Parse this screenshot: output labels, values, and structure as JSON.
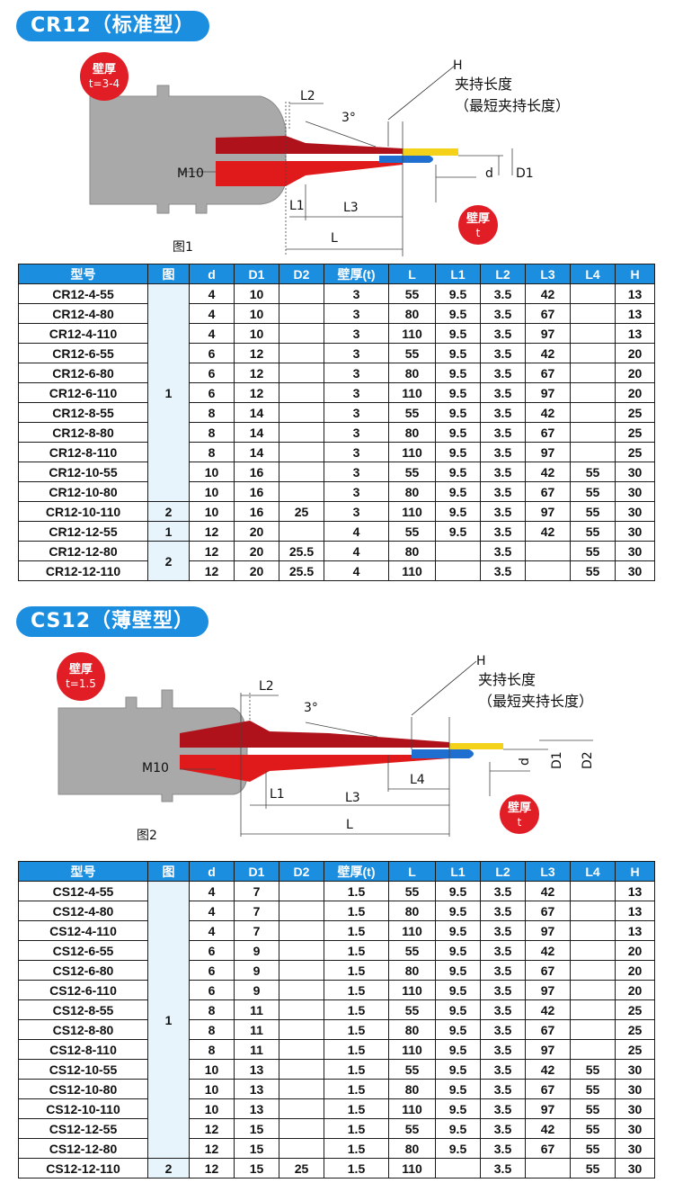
{
  "columns": [
    "型号",
    "图",
    "d",
    "D1",
    "D2",
    "壁厚(t)",
    "L",
    "L1",
    "L2",
    "L3",
    "L4",
    "H"
  ],
  "cr12": {
    "title": "CR12（标准型）",
    "diagram": {
      "badge_line1": "壁厚",
      "badge_line2": "t=3-4",
      "small_badge_line1": "壁厚",
      "small_badge_line2": "t",
      "clamp_title": "夹持长度",
      "clamp_sub": "（最短夹持长度）",
      "H": "H",
      "L2": "L2",
      "angle": "3°",
      "M10": "M10",
      "d": "d",
      "D1": "D1",
      "L1": "L1",
      "L3": "L3",
      "L": "L",
      "fig_caption": "图1"
    },
    "rows": [
      {
        "model": "CR12-4-55",
        "d": "4",
        "D1": "10",
        "D2": "",
        "t": "3",
        "L": "55",
        "L1": "9.5",
        "L2": "3.5",
        "L3": "42",
        "L4": "",
        "H": "13"
      },
      {
        "model": "CR12-4-80",
        "d": "4",
        "D1": "10",
        "D2": "",
        "t": "3",
        "L": "80",
        "L1": "9.5",
        "L2": "3.5",
        "L3": "67",
        "L4": "",
        "H": "13"
      },
      {
        "model": "CR12-4-110",
        "d": "4",
        "D1": "10",
        "D2": "",
        "t": "3",
        "L": "110",
        "L1": "9.5",
        "L2": "3.5",
        "L3": "97",
        "L4": "",
        "H": "13"
      },
      {
        "model": "CR12-6-55",
        "d": "6",
        "D1": "12",
        "D2": "",
        "t": "3",
        "L": "55",
        "L1": "9.5",
        "L2": "3.5",
        "L3": "42",
        "L4": "",
        "H": "20"
      },
      {
        "model": "CR12-6-80",
        "d": "6",
        "D1": "12",
        "D2": "",
        "t": "3",
        "L": "80",
        "L1": "9.5",
        "L2": "3.5",
        "L3": "67",
        "L4": "",
        "H": "20"
      },
      {
        "model": "CR12-6-110",
        "d": "6",
        "D1": "12",
        "D2": "",
        "t": "3",
        "L": "110",
        "L1": "9.5",
        "L2": "3.5",
        "L3": "97",
        "L4": "",
        "H": "20"
      },
      {
        "model": "CR12-8-55",
        "d": "8",
        "D1": "14",
        "D2": "",
        "t": "3",
        "L": "55",
        "L1": "9.5",
        "L2": "3.5",
        "L3": "42",
        "L4": "",
        "H": "25"
      },
      {
        "model": "CR12-8-80",
        "d": "8",
        "D1": "14",
        "D2": "",
        "t": "3",
        "L": "80",
        "L1": "9.5",
        "L2": "3.5",
        "L3": "67",
        "L4": "",
        "H": "25"
      },
      {
        "model": "CR12-8-110",
        "d": "8",
        "D1": "14",
        "D2": "",
        "t": "3",
        "L": "110",
        "L1": "9.5",
        "L2": "3.5",
        "L3": "97",
        "L4": "",
        "H": "25"
      },
      {
        "model": "CR12-10-55",
        "d": "10",
        "D1": "16",
        "D2": "",
        "t": "3",
        "L": "55",
        "L1": "9.5",
        "L2": "3.5",
        "L3": "42",
        "L4": "55",
        "H": "30"
      },
      {
        "model": "CR12-10-80",
        "d": "10",
        "D1": "16",
        "D2": "",
        "t": "3",
        "L": "80",
        "L1": "9.5",
        "L2": "3.5",
        "L3": "67",
        "L4": "55",
        "H": "30"
      },
      {
        "model": "CR12-10-110",
        "d": "10",
        "D1": "16",
        "D2": "25",
        "t": "3",
        "L": "110",
        "L1": "9.5",
        "L2": "3.5",
        "L3": "97",
        "L4": "55",
        "H": "30"
      },
      {
        "model": "CR12-12-55",
        "d": "12",
        "D1": "20",
        "D2": "",
        "t": "4",
        "L": "55",
        "L1": "9.5",
        "L2": "3.5",
        "L3": "42",
        "L4": "55",
        "H": "30"
      },
      {
        "model": "CR12-12-80",
        "d": "12",
        "D1": "20",
        "D2": "25.5",
        "t": "4",
        "L": "80",
        "L1": "",
        "L2": "3.5",
        "L3": "",
        "L4": "55",
        "H": "30"
      },
      {
        "model": "CR12-12-110",
        "d": "12",
        "D1": "20",
        "D2": "25.5",
        "t": "4",
        "L": "110",
        "L1": "",
        "L2": "3.5",
        "L3": "",
        "L4": "55",
        "H": "30"
      }
    ],
    "fig_groups": [
      {
        "label": "1",
        "start": 0,
        "span": 11
      },
      {
        "label": "2",
        "start": 11,
        "span": 1
      },
      {
        "label": "1",
        "start": 12,
        "span": 1
      },
      {
        "label": "2",
        "start": 13,
        "span": 2
      }
    ]
  },
  "cs12": {
    "title": "CS12（薄壁型）",
    "diagram": {
      "badge_line1": "壁厚",
      "badge_line2": "t=1.5",
      "small_badge_line1": "壁厚",
      "small_badge_line2": "t",
      "clamp_title": "夹持长度",
      "clamp_sub": "（最短夹持长度）",
      "H": "H",
      "L2": "L2",
      "angle": "3°",
      "M10": "M10",
      "d": "d",
      "D1": "D1",
      "D2": "D2",
      "L1": "L1",
      "L3": "L3",
      "L4": "L4",
      "L": "L",
      "fig_caption": "图2"
    },
    "rows": [
      {
        "model": "CS12-4-55",
        "d": "4",
        "D1": "7",
        "D2": "",
        "t": "1.5",
        "L": "55",
        "L1": "9.5",
        "L2": "3.5",
        "L3": "42",
        "L4": "",
        "H": "13"
      },
      {
        "model": "CS12-4-80",
        "d": "4",
        "D1": "7",
        "D2": "",
        "t": "1.5",
        "L": "80",
        "L1": "9.5",
        "L2": "3.5",
        "L3": "67",
        "L4": "",
        "H": "13"
      },
      {
        "model": "CS12-4-110",
        "d": "4",
        "D1": "7",
        "D2": "",
        "t": "1.5",
        "L": "110",
        "L1": "9.5",
        "L2": "3.5",
        "L3": "97",
        "L4": "",
        "H": "13"
      },
      {
        "model": "CS12-6-55",
        "d": "6",
        "D1": "9",
        "D2": "",
        "t": "1.5",
        "L": "55",
        "L1": "9.5",
        "L2": "3.5",
        "L3": "42",
        "L4": "",
        "H": "20"
      },
      {
        "model": "CS12-6-80",
        "d": "6",
        "D1": "9",
        "D2": "",
        "t": "1.5",
        "L": "80",
        "L1": "9.5",
        "L2": "3.5",
        "L3": "67",
        "L4": "",
        "H": "20"
      },
      {
        "model": "CS12-6-110",
        "d": "6",
        "D1": "9",
        "D2": "",
        "t": "1.5",
        "L": "110",
        "L1": "9.5",
        "L2": "3.5",
        "L3": "97",
        "L4": "",
        "H": "20"
      },
      {
        "model": "CS12-8-55",
        "d": "8",
        "D1": "11",
        "D2": "",
        "t": "1.5",
        "L": "55",
        "L1": "9.5",
        "L2": "3.5",
        "L3": "42",
        "L4": "",
        "H": "25"
      },
      {
        "model": "CS12-8-80",
        "d": "8",
        "D1": "11",
        "D2": "",
        "t": "1.5",
        "L": "80",
        "L1": "9.5",
        "L2": "3.5",
        "L3": "67",
        "L4": "",
        "H": "25"
      },
      {
        "model": "CS12-8-110",
        "d": "8",
        "D1": "11",
        "D2": "",
        "t": "1.5",
        "L": "110",
        "L1": "9.5",
        "L2": "3.5",
        "L3": "97",
        "L4": "",
        "H": "25"
      },
      {
        "model": "CS12-10-55",
        "d": "10",
        "D1": "13",
        "D2": "",
        "t": "1.5",
        "L": "55",
        "L1": "9.5",
        "L2": "3.5",
        "L3": "42",
        "L4": "55",
        "H": "30"
      },
      {
        "model": "CS12-10-80",
        "d": "10",
        "D1": "13",
        "D2": "",
        "t": "1.5",
        "L": "80",
        "L1": "9.5",
        "L2": "3.5",
        "L3": "67",
        "L4": "55",
        "H": "30"
      },
      {
        "model": "CS12-10-110",
        "d": "10",
        "D1": "13",
        "D2": "",
        "t": "1.5",
        "L": "110",
        "L1": "9.5",
        "L2": "3.5",
        "L3": "97",
        "L4": "55",
        "H": "30"
      },
      {
        "model": "CS12-12-55",
        "d": "12",
        "D1": "15",
        "D2": "",
        "t": "1.5",
        "L": "55",
        "L1": "9.5",
        "L2": "3.5",
        "L3": "42",
        "L4": "55",
        "H": "30"
      },
      {
        "model": "CS12-12-80",
        "d": "12",
        "D1": "15",
        "D2": "",
        "t": "1.5",
        "L": "80",
        "L1": "9.5",
        "L2": "3.5",
        "L3": "67",
        "L4": "55",
        "H": "30"
      },
      {
        "model": "CS12-12-110",
        "d": "12",
        "D1": "15",
        "D2": "25",
        "t": "1.5",
        "L": "110",
        "L1": "",
        "L2": "3.5",
        "L3": "",
        "L4": "55",
        "H": "30"
      }
    ],
    "fig_groups": [
      {
        "label": "1",
        "start": 0,
        "span": 14
      },
      {
        "label": "2",
        "start": 14,
        "span": 1
      }
    ]
  },
  "colors": {
    "header_blue": "#1c8ee0",
    "fig_cell": "#e8f4fc",
    "dark_red": "#b0121b",
    "red": "#e01a1a",
    "gray_body": "#a9a9a9",
    "blue_tool": "#1e6fd0",
    "yellow_tool": "#f4d21a",
    "badge_red": "#e11d25"
  }
}
